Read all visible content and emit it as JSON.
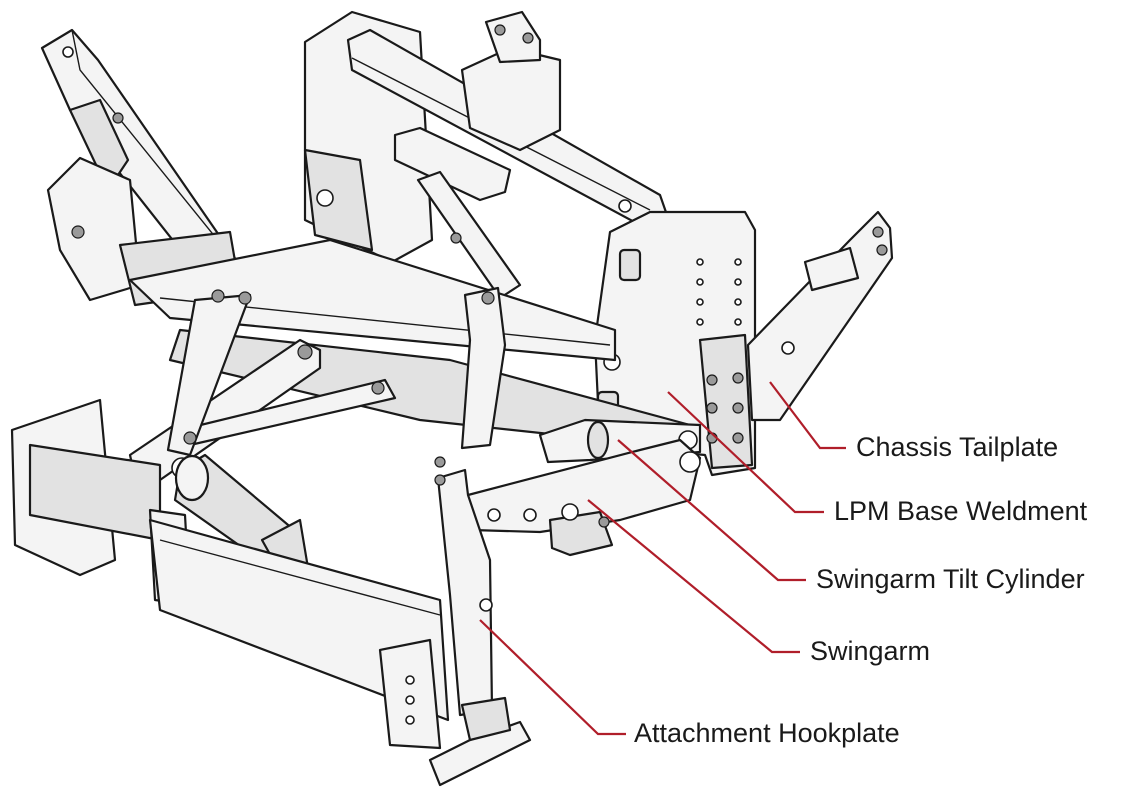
{
  "diagram": {
    "callouts": [
      {
        "id": "chassis-tailplate",
        "text": "Chassis Tailplate"
      },
      {
        "id": "lpm-base-weldment",
        "text": "LPM Base Weldment"
      },
      {
        "id": "swingarm-tilt-cylinder",
        "text": "Swingarm Tilt Cylinder"
      },
      {
        "id": "swingarm",
        "text": "Swingarm"
      },
      {
        "id": "attachment-hookplate",
        "text": "Attachment Hookplate"
      }
    ],
    "leader_color": "#b01e2a",
    "line_color": "#1a1a1a"
  }
}
